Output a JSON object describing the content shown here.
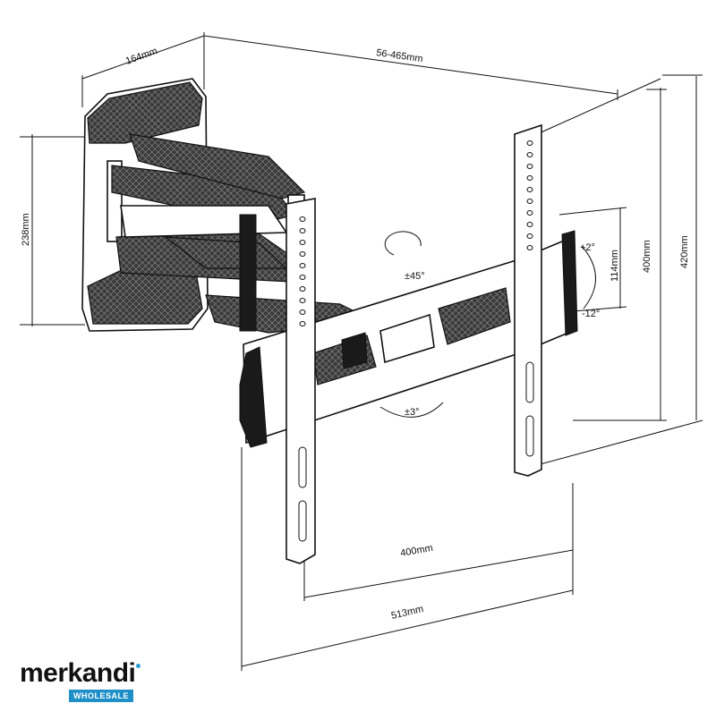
{
  "dimensions": {
    "arm_depth": "164mm",
    "extension": "56-465mm",
    "wall_plate_height": "238mm",
    "vesa_h_400": "400mm",
    "plate_height_420": "420mm",
    "tilt_range": "114mm",
    "vesa_w_400": "400mm",
    "arm_width": "513mm"
  },
  "angles": {
    "swivel": "±45°",
    "level": "±3°",
    "tilt_up": "+2°",
    "tilt_down": "-12°"
  },
  "brand": {
    "name": "merkandi",
    "tagline": "WHOLESALE",
    "accent": "#2a9fd6"
  }
}
